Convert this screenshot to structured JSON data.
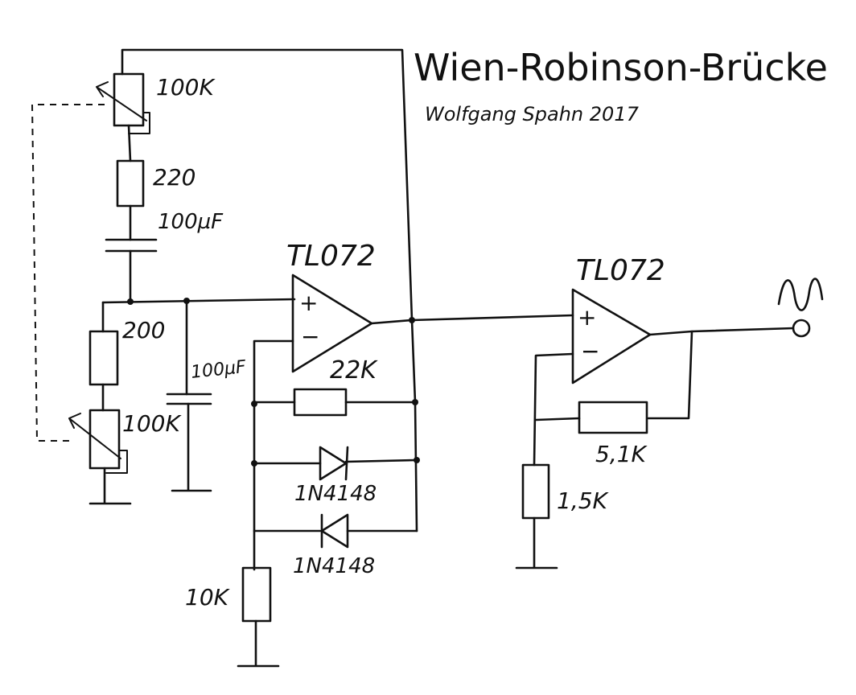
{
  "title": "Wien-Robinson-Brücke",
  "author": "Wolfgang Spahn 2017",
  "components": {
    "pot_top": "100K",
    "res_top": "220",
    "cap_top": "100µF",
    "res_200": "200",
    "pot_bottom": "100K",
    "cap_mid": "100µF",
    "opamp1": "TL072",
    "res_22k": "22K",
    "diode1": "1N4148",
    "diode2": "1N4148",
    "res_10k": "10K",
    "opamp2": "TL072",
    "res_5k1": "5,1K",
    "res_1k5": "1,5K"
  },
  "opamp_pins": {
    "plus": "+",
    "minus": "−"
  }
}
